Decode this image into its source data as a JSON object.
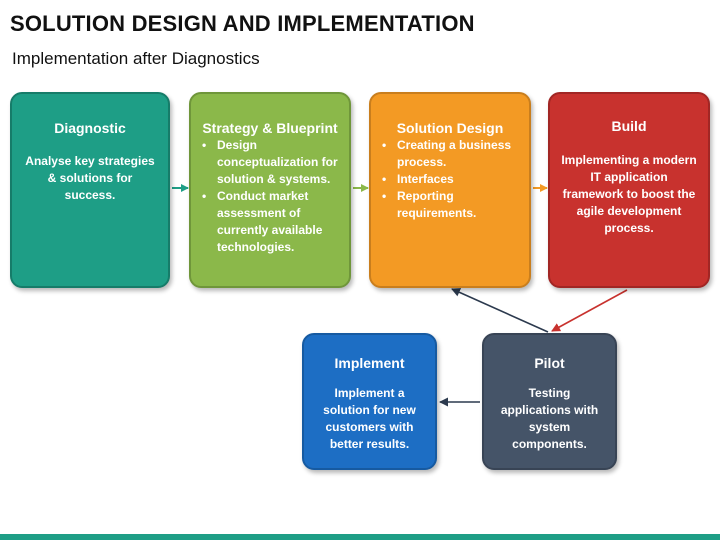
{
  "header": {
    "title": "SOLUTION DESIGN AND IMPLEMENTATION",
    "subtitle": "Implementation after Diagnostics"
  },
  "steps": {
    "diagnostic": {
      "title": "Diagnostic",
      "body": "Analyse key strategies & solutions for success.",
      "color": "#1e9e86"
    },
    "strategy": {
      "title": "Strategy & Blueprint",
      "bullets": [
        "Design conceptualization for solution & systems.",
        "Conduct market assessment of currently available technologies."
      ],
      "color": "#8bb84a"
    },
    "solution": {
      "title": "Solution Design",
      "bullets": [
        "Creating a business process.",
        "Interfaces",
        "Reporting requirements."
      ],
      "color": "#f39a24"
    },
    "build": {
      "title": "Build",
      "body": "Implementing a modern IT application framework to boost the agile development process.",
      "color": "#c8322e"
    },
    "implement": {
      "title": "Implement",
      "body": "Implement a solution for new customers with better results.",
      "color": "#1d6ec4"
    },
    "pilot": {
      "title": "Pilot",
      "body": "Testing applications with system components.",
      "color": "#455468"
    }
  }
}
